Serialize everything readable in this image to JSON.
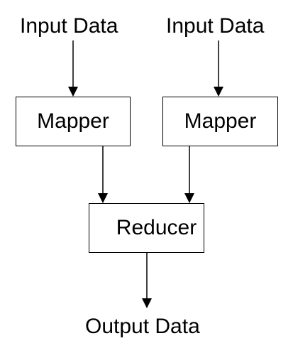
{
  "diagram": {
    "inputs": [
      {
        "label": "Input Data"
      },
      {
        "label": "Input Data"
      }
    ],
    "mappers": [
      {
        "label": "Mapper"
      },
      {
        "label": "Mapper"
      }
    ],
    "reducer": {
      "label": "Reducer"
    },
    "output": {
      "label": "Output Data"
    },
    "colors": {
      "stroke": "#000000",
      "background": "#ffffff",
      "text": "#000000"
    }
  }
}
